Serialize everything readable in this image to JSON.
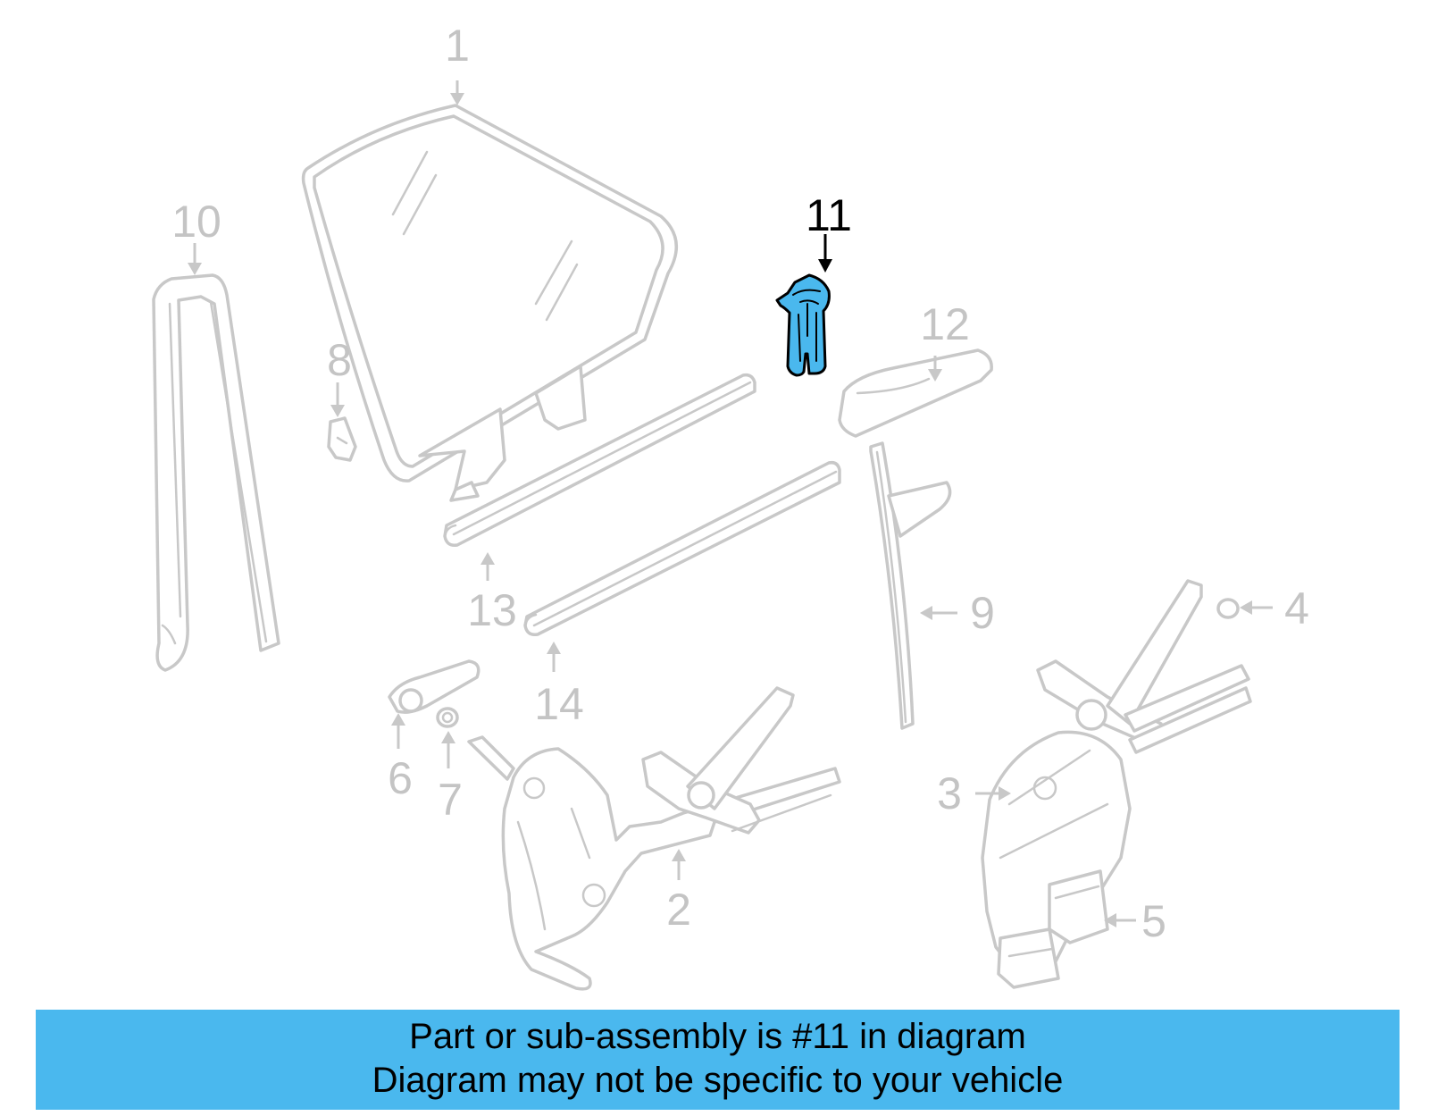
{
  "highlight_color": "#4ab8ee",
  "part_outline_color": "#c8c8c8",
  "callouts": {
    "c1": "1",
    "c2": "2",
    "c3": "3",
    "c4": "4",
    "c5": "5",
    "c6": "6",
    "c7": "7",
    "c8": "8",
    "c9": "9",
    "c10": "10",
    "c11": "11",
    "c12": "12",
    "c13": "13",
    "c14": "14"
  },
  "highlighted_part": "11",
  "banner": {
    "line1": "Part or sub-assembly is #11 in diagram",
    "line2": "Diagram may not be specific to your vehicle"
  }
}
